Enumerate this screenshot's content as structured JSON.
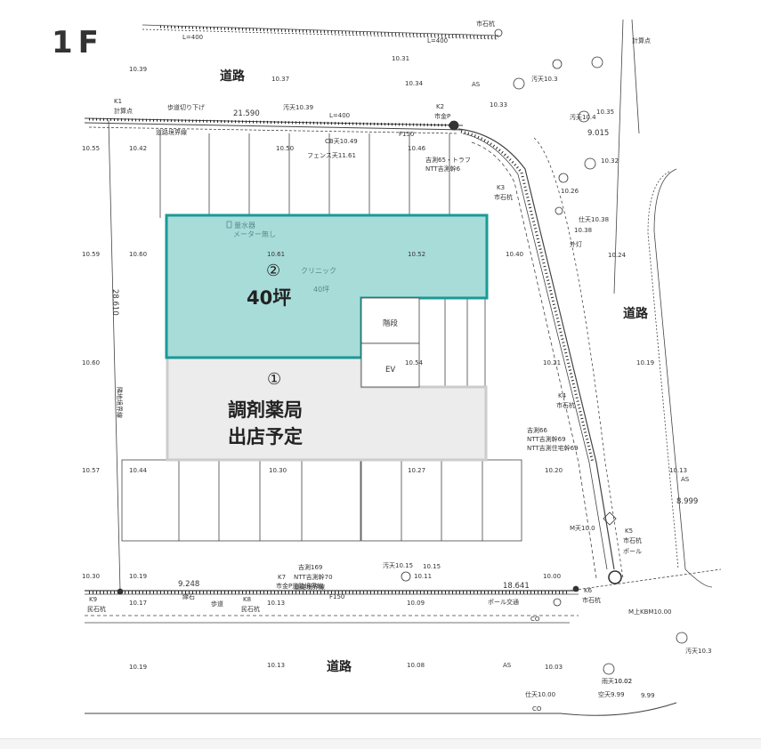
{
  "floor": "1F",
  "roads": {
    "north": "道路",
    "east": "道路",
    "south": "道路"
  },
  "spaces": {
    "clinic": {
      "number": "②",
      "area": "40坪",
      "label": "クリニック",
      "sublabel": "40坪",
      "meter": "量水器",
      "meter_note": "メーター無し",
      "fill": "#a8dcd9",
      "stroke": "#1a9a96"
    },
    "pharmacy": {
      "number": "①",
      "line1": "調剤薬局",
      "line2": "出店予定",
      "fill": "#ececec",
      "stroke": "#cccccc"
    },
    "stairs": "階段",
    "elevator": "EV"
  },
  "annotations": {
    "markers": [
      "K1",
      "計算点",
      "K2",
      "市金P",
      "K3",
      "市石杭",
      "K4",
      "市石杭",
      "K5",
      "市石杭",
      "K6",
      "市石杭",
      "K7",
      "市金P道路境界線",
      "K8",
      "民石杭",
      "K9",
      "民石杭",
      "計算点",
      "市石杭"
    ],
    "boundary_labels": [
      "道路境界線",
      "道路境界線",
      "隣地境界線"
    ],
    "dims": [
      "L=400",
      "L=400",
      "L=400",
      "28.610",
      "21.590",
      "9.015",
      "9.248",
      "18.641",
      "8.999"
    ],
    "elevations": [
      "10.39",
      "10.37",
      "10.34",
      "10.31",
      "10.33",
      "10.35",
      "10.32",
      "10.26",
      "10.38",
      "10.24",
      "10.42",
      "10.50",
      "10.46",
      "10.61",
      "10.52",
      "10.40",
      "10.59",
      "10.60",
      "10.60",
      "10.54",
      "10.21",
      "10.19",
      "10.57",
      "10.44",
      "10.30",
      "10.27",
      "10.20",
      "10.13",
      "10.30",
      "10.19",
      "10.17",
      "10.13",
      "10.09",
      "10.11",
      "10.15",
      "10.19",
      "10.13",
      "10.08",
      "10.03",
      "10.02",
      "10.00",
      "9.99",
      "10.55"
    ],
    "notes": [
      "歩道切り下げ",
      "汚天10.39",
      "フェンス天11.61",
      "CB天10.49",
      "仕天10.38",
      "外灯",
      "吉測66",
      "NTT吉測幹69",
      "NTT吉測住宅幹69",
      "吉測65・トラフ",
      "NTT吉測幹6",
      "M天10.0",
      "M上KBM10.00",
      "汚天10.15",
      "NTT吉測幹70",
      "吉測169",
      "歩道",
      "縁石",
      "ポール交通",
      "汚天10.3",
      "空天9.99",
      "仕天10.00",
      "雨天10.02",
      "AS",
      "AS",
      "AS",
      "F150",
      "F150",
      "CO",
      "CO",
      "ポール",
      "汚天10.4",
      "汚天10.3"
    ]
  }
}
